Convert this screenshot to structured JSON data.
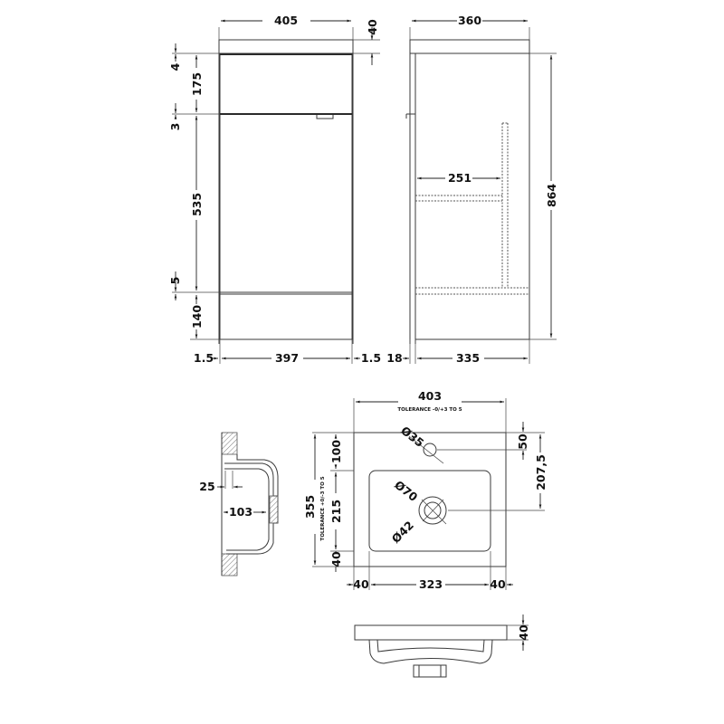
{
  "front_view": {
    "width_top": "405",
    "worktop_thickness": "40",
    "gap_top": "4",
    "drawer_height": "175",
    "gap_mid": "3",
    "door_height": "535",
    "gap_bottom": "5",
    "plinth_height": "140",
    "side_left": "1.5",
    "inner_width": "397",
    "side_right": "1.5"
  },
  "side_view": {
    "depth_top": "360",
    "shelf_depth": "251",
    "total_height": "864",
    "door_thickness": "18",
    "carcass_depth": "335"
  },
  "basin_plan": {
    "width": "403",
    "width_tolerance": "TOLERANCE -0/+3 TO 5",
    "depth": "355",
    "depth_tolerance": "TOLERANCE +0/-3 TO 5",
    "tap_hole_diameter": "Ø35",
    "tap_offset_back": "50",
    "waste_offset_back": "207,5",
    "rear_margin": "100",
    "bowl_depth": "215",
    "front_margin": "40",
    "left_margin": "40",
    "bowl_width": "323",
    "right_margin": "40",
    "waste_outer_diameter": "Ø70",
    "waste_inner_diameter": "Ø42"
  },
  "basin_section": {
    "lip": "25",
    "bowl_depth": "103"
  },
  "basin_front": {
    "thickness": "40"
  }
}
